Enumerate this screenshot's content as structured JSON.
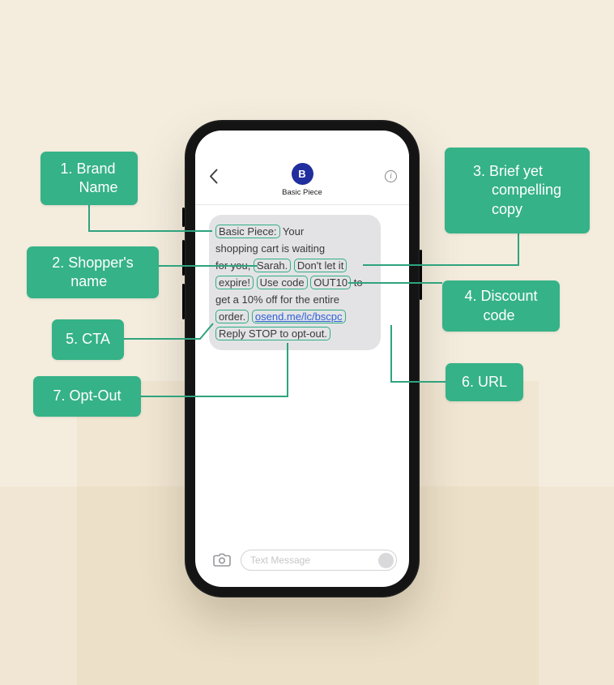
{
  "colors": {
    "accent_green": "#35b287",
    "connector_green": "#2fa37e",
    "highlight_green": "#2fae85",
    "link_blue": "#2e61d8",
    "bubble_gray": "#e3e3e5",
    "avatar_blue": "#202e9e",
    "background_cream": "#f4edde"
  },
  "icons": {
    "back": "chevron-left-icon",
    "info": "info-circle-icon",
    "camera": "camera-icon",
    "send": "send-circle-icon"
  },
  "phone": {
    "header": {
      "avatar_letter": "B",
      "contact_name": "Basic Piece",
      "info_glyph": "i"
    },
    "message": {
      "lines": [
        {
          "segments": [
            {
              "t": "Basic Piece:",
              "hl": true
            },
            {
              "t": " Your"
            }
          ]
        },
        {
          "segments": [
            {
              "t": "shopping cart is waiting"
            }
          ]
        },
        {
          "segments": [
            {
              "t": "for you, "
            },
            {
              "t": "Sarah.",
              "hl": true
            },
            {
              "t": " "
            },
            {
              "t": "Don't let it",
              "hl": true
            }
          ]
        },
        {
          "segments": [
            {
              "t": "expire!",
              "hl": true
            },
            {
              "t": " "
            },
            {
              "t": "Use code",
              "hl": true
            },
            {
              "t": " "
            },
            {
              "t": "OUT10",
              "hl": true
            },
            {
              "t": " to"
            }
          ]
        },
        {
          "segments": [
            {
              "t": "get a 10% off for the entire"
            }
          ]
        },
        {
          "segments": [
            {
              "t": "order.",
              "hl": true
            },
            {
              "t": " "
            },
            {
              "t": "osend.me/lc/bscpc",
              "hl": true,
              "link": true
            }
          ]
        },
        {
          "segments": [
            {
              "t": "Reply STOP to opt-out.",
              "hl": true
            }
          ]
        }
      ]
    },
    "composer": {
      "placeholder": "Text Message"
    }
  },
  "callouts": [
    {
      "label": "1. Brand\nName"
    },
    {
      "label": "2. Shopper's\nname"
    },
    {
      "label": "3. Brief yet\ncompelling\ncopy"
    },
    {
      "label": "4. Discount\ncode"
    },
    {
      "label": "5. CTA"
    },
    {
      "label": "6. URL"
    },
    {
      "label": "7. Opt-Out"
    }
  ]
}
